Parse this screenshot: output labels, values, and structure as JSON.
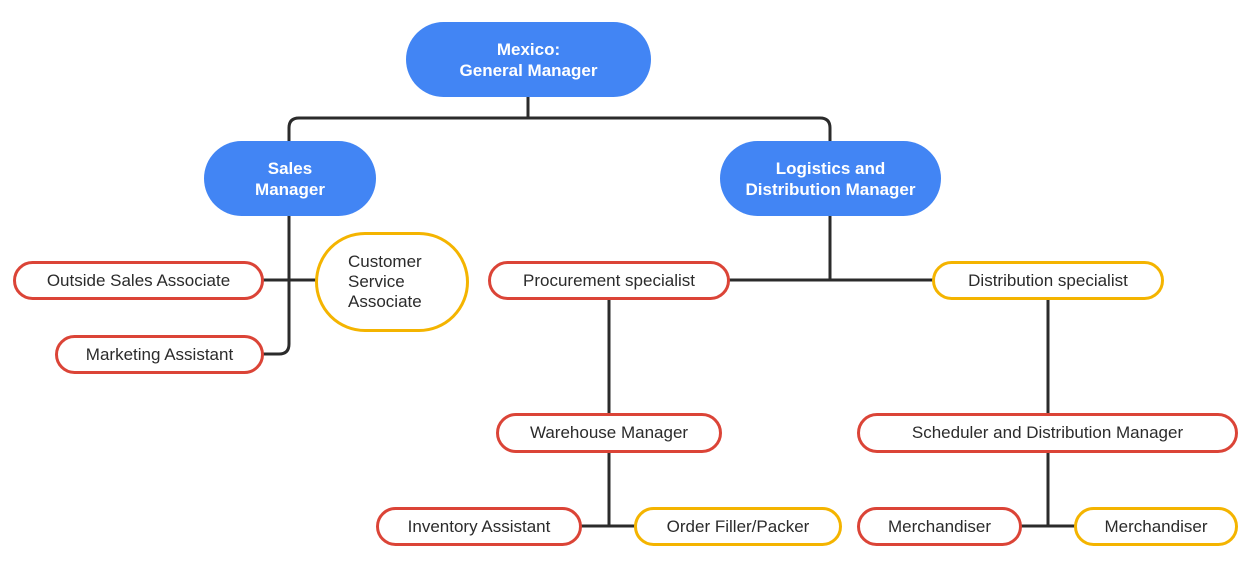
{
  "colors": {
    "manager": "#4285f4",
    "red_outline": "#db4437",
    "yellow_outline": "#f4b400",
    "connector": "#2b2b2b"
  },
  "nodes": {
    "gm": [
      "Mexico:",
      "General Manager"
    ],
    "sales_manager": [
      "Sales",
      "Manager"
    ],
    "logistics_manager": [
      "Logistics and",
      "Distribution Manager"
    ],
    "outside_sales": "Outside Sales Associate",
    "customer_service": [
      "Customer",
      "Service",
      "Associate"
    ],
    "marketing_assistant": "Marketing Assistant",
    "procurement": "Procurement specialist",
    "distribution_specialist": "Distribution specialist",
    "warehouse_manager": "Warehouse Manager",
    "scheduler": "Scheduler and Distribution Manager",
    "inventory_assistant": "Inventory Assistant",
    "order_filler": "Order Filler/Packer",
    "merchandiser_1": "Merchandiser",
    "merchandiser_2": "Merchandiser"
  }
}
